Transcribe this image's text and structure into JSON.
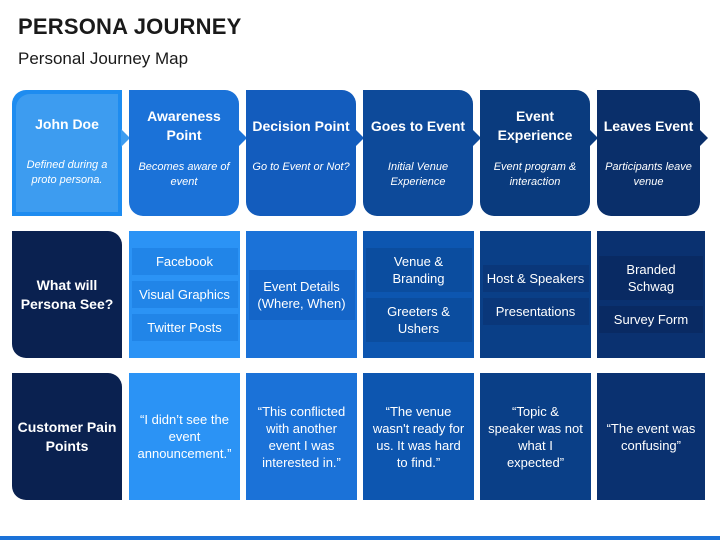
{
  "title": "PERSONA JOURNEY",
  "subtitle": "Personal Journey Map",
  "stages": [
    {
      "name": "John Doe",
      "desc": "Defined during a proto persona."
    },
    {
      "name": "Awareness Point",
      "desc": "Becomes aware of event"
    },
    {
      "name": "Decision Point",
      "desc": "Go to Event or Not?"
    },
    {
      "name": "Goes to Event",
      "desc": "Initial Venue Experience"
    },
    {
      "name": "Event Experience",
      "desc": "Event program & interaction"
    },
    {
      "name": "Leaves Event",
      "desc": "Participants leave venue"
    }
  ],
  "rows": {
    "see": {
      "label": "What will Persona See?",
      "cells": [
        [
          "Facebook",
          "Visual Graphics",
          "Twitter Posts"
        ],
        [
          "Event Details (Where, When)"
        ],
        [
          "Venue & Branding",
          "Greeters & Ushers"
        ],
        [
          "Host & Speakers",
          "Presentations"
        ],
        [
          "Branded Schwag",
          "Survey Form"
        ]
      ]
    },
    "pain": {
      "label": "Customer Pain Points",
      "cells": [
        "“I didn’t see the event announcement.”",
        "“This conflicted with another event I was interested in.”",
        "“The venue wasn't ready for us. It was hard to find.”",
        "“Topic & speaker was not what I expected”",
        "“The event was confusing”"
      ]
    }
  },
  "colors": {
    "stage": [
      "#1e8cf0",
      "#1b72d8",
      "#135cbd",
      "#0d4a9a",
      "#0a3b7e",
      "#0a2f6a"
    ],
    "cell": [
      "#2b93f5",
      "#1b72d8",
      "#0d56b0",
      "#0a3f87",
      "#0a3170"
    ],
    "item": [
      "#2185e8",
      "#1465c8",
      "#0b4d9f",
      "#0a377a",
      "#092a63"
    ],
    "header": "#0a2150"
  }
}
